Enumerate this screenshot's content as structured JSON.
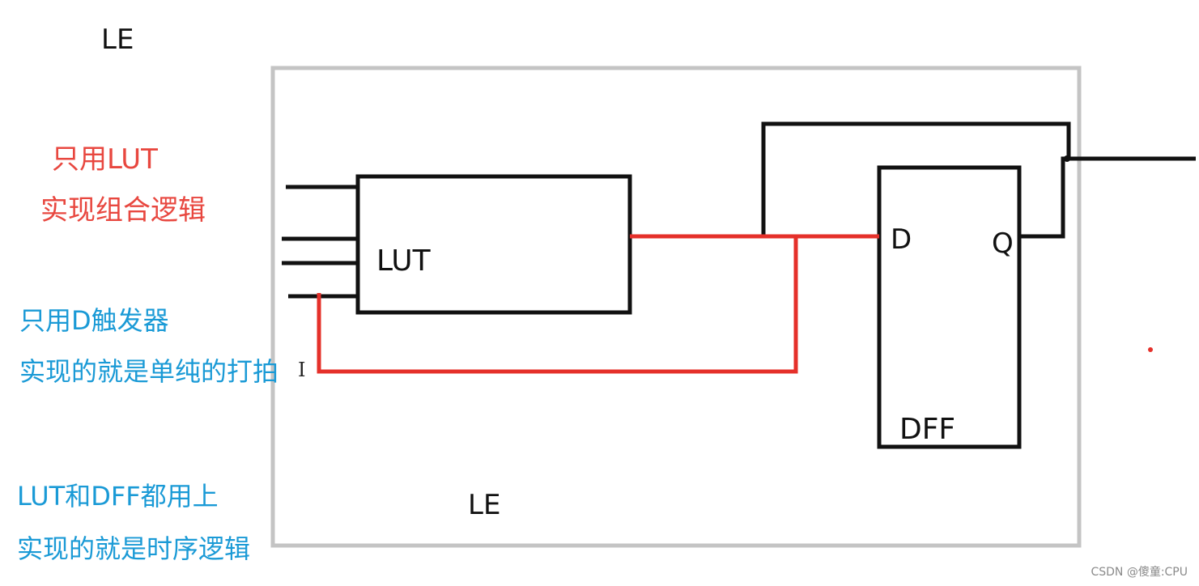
{
  "title_le": "LE",
  "le_box_label": "LE",
  "lut_label": "LUT",
  "dff_label": "DFF",
  "pin_d": "D",
  "pin_q": "Q",
  "notes": {
    "lut_only_line1": "只用LUT",
    "lut_only_line2": "实现组合逻辑",
    "dff_only_line1": "只用D触发器",
    "dff_only_line2": "实现的就是单纯的打拍",
    "both_line1": "LUT和DFF都用上",
    "both_line2": "实现的就是时序逻辑"
  },
  "watermark": "CSDN @傻童:CPU",
  "colors": {
    "wire_black": "#111111",
    "wire_red": "#e5302a",
    "le_border": "#c4c4c4",
    "note_red": "#e8473f",
    "note_blue": "#1a9ad6"
  }
}
